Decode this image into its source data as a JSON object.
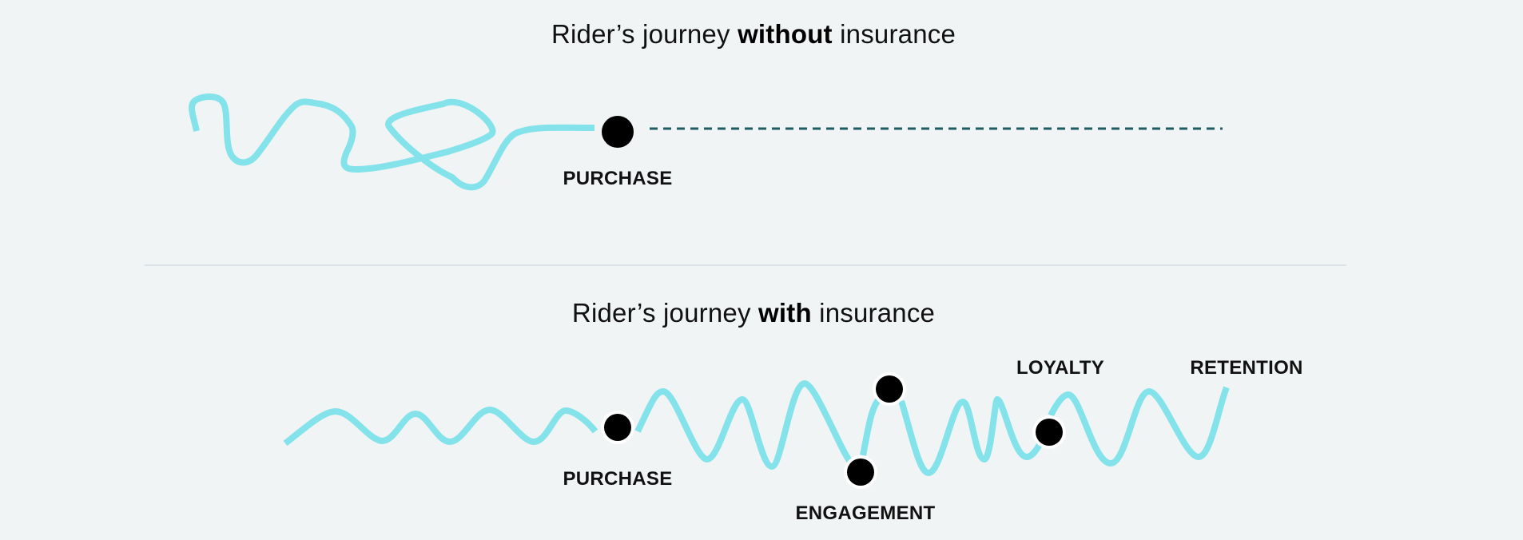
{
  "colors": {
    "background": "#F1F4F5",
    "journey_line": "#84E3EA",
    "dashed_line": "#1F5B63",
    "milestone_dot": "#000000",
    "dot_ring": "#FFFFFF",
    "divider": "#DDE2E6"
  },
  "sections": {
    "without": {
      "title_prefix": "Rider’s journey ",
      "title_bold": "without",
      "title_suffix": " insurance",
      "milestones": [
        {
          "label": "PURCHASE"
        }
      ],
      "after_purchase": "dashed"
    },
    "with": {
      "title_prefix": "Rider’s journey ",
      "title_bold": "with",
      "title_suffix": " insurance",
      "milestones": [
        {
          "label": "PURCHASE"
        },
        {
          "label": "ENGAGEMENT"
        },
        {
          "label": "LOYALTY"
        },
        {
          "label": "RETENTION"
        }
      ]
    }
  }
}
